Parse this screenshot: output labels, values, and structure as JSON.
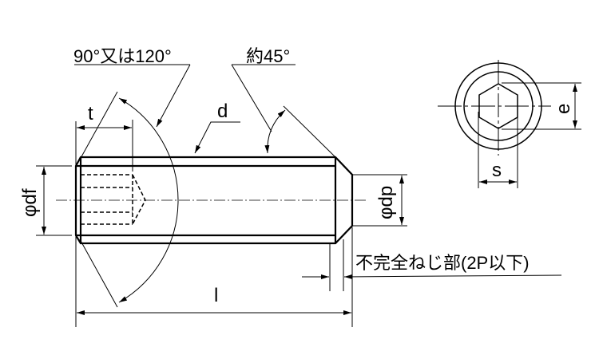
{
  "labels": {
    "angle_point": "90°又は120°",
    "angle_chamfer": "約45°",
    "t": "t",
    "d": "d",
    "df": "φdf",
    "dp": "φdp",
    "l": "l",
    "incomplete_thread": "不完全ねじ部(2P以下)",
    "e": "e",
    "s": "s"
  }
}
